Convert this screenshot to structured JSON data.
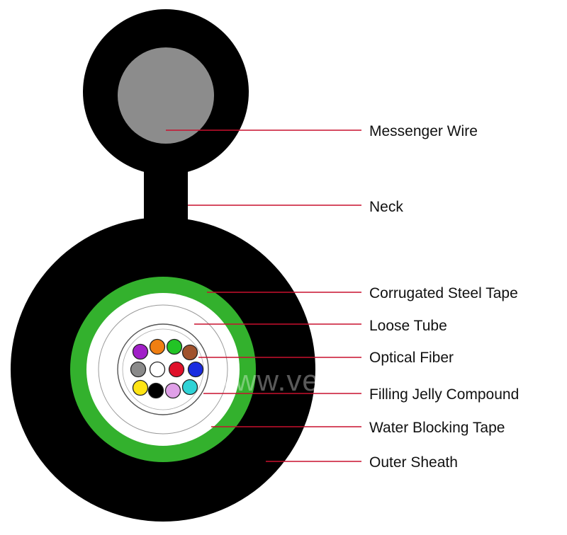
{
  "labels": {
    "messenger_wire": "Messenger Wire",
    "neck": "Neck",
    "corrugated_steel_tape": "Corrugated Steel Tape",
    "loose_tube": "Loose Tube",
    "optical_fiber": "Optical Fiber",
    "filling_jelly_compound": "Filling Jelly Compound",
    "water_blocking_tape": "Water Blocking Tape",
    "outer_sheath": "Outer Sheath"
  },
  "watermark": "www.veivot.com",
  "colors": {
    "sheath": "#000000",
    "messenger_core": "#8c8c8c",
    "steel_tape": "#33b12d",
    "leader_line": "#c8102e",
    "fiber_colors": [
      "#a11fc8",
      "#f07f12",
      "#22c425",
      "#a0522d",
      "#8a8a8a",
      "#ffffff",
      "#e0102a",
      "#1a2ce0",
      "#ffe414",
      "#000000",
      "#e0a0e8",
      "#2fd3d6"
    ]
  }
}
